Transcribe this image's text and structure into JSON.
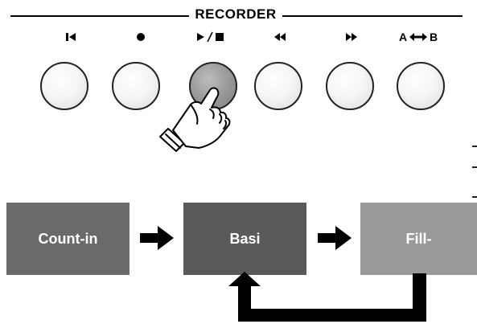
{
  "recorder": {
    "title": "RECORDER",
    "buttons": [
      {
        "id": "reset",
        "label": "|◀",
        "icon": "skip-to-start-icon",
        "pressed": false
      },
      {
        "id": "rec",
        "label": "●",
        "icon": "record-icon",
        "pressed": false
      },
      {
        "id": "playstop",
        "label": "▶/■",
        "icon": "play-stop-icon",
        "pressed": true
      },
      {
        "id": "rewind",
        "label": "◀◀",
        "icon": "rewind-icon",
        "pressed": false
      },
      {
        "id": "forward",
        "label": "▶▶",
        "icon": "fast-forward-icon",
        "pressed": false
      },
      {
        "id": "ab",
        "label": "A↔B",
        "icon": "ab-repeat-icon",
        "pressed": false
      }
    ]
  },
  "flow": {
    "steps": [
      {
        "label": "Count-in",
        "color": "#6a6a6a"
      },
      {
        "label": "Basi",
        "color": "#5a5a5a"
      },
      {
        "label": "Fill-",
        "color": "#9a9a9a"
      }
    ]
  },
  "colors": {
    "pressed_button": "#8f8f8f",
    "button_outline": "#222222",
    "arrow": "#000000"
  }
}
